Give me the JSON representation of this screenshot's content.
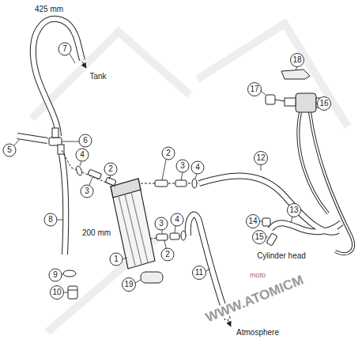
{
  "diagram": {
    "labels": [
      "425 mm",
      "7",
      "Tank",
      "18",
      "17",
      "16",
      "5",
      "6",
      "4",
      "2",
      "3",
      "2",
      "3",
      "4",
      "12",
      "13",
      "14",
      "15",
      "Cylinder head",
      "4",
      "3",
      "2",
      "8",
      "200 mm",
      "1",
      "11",
      "9",
      "10",
      "19",
      "moto",
      "WWW.ATOMICM",
      "Atmosphere"
    ]
  }
}
